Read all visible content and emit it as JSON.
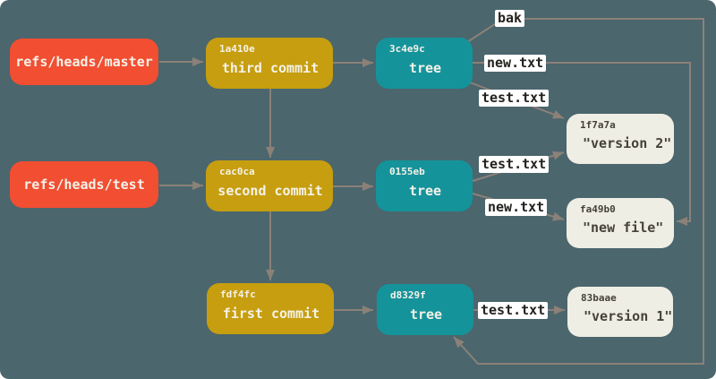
{
  "colors": {
    "bg": "#4b666d",
    "ref-fill": "#f14e32",
    "commit-fill": "#c69e0f",
    "tree-fill": "#15939b",
    "blob-fill": "#efeee4",
    "edge": "#8b8178",
    "edge-label-bg": "#ffffff",
    "edge-label-text": "#24221f",
    "node-text": "#f5f2e8",
    "blob-text": "#45423a"
  },
  "nodes": {
    "refs": [
      {
        "label": "refs/heads/master"
      },
      {
        "label": "refs/heads/test"
      }
    ],
    "commits": [
      {
        "hash": "1a410e",
        "label": "third commit"
      },
      {
        "hash": "cac0ca",
        "label": "second commit"
      },
      {
        "hash": "fdf4fc",
        "label": "first commit"
      }
    ],
    "trees": [
      {
        "hash": "3c4e9c",
        "label": "tree"
      },
      {
        "hash": "0155eb",
        "label": "tree"
      },
      {
        "hash": "d8329f",
        "label": "tree"
      }
    ],
    "blobs": [
      {
        "hash": "1f7a7a",
        "label": "\"version 2\""
      },
      {
        "hash": "fa49b0",
        "label": "\"new file\""
      },
      {
        "hash": "83baae",
        "label": "\"version 1\""
      }
    ]
  },
  "edges": {
    "labels": [
      {
        "text": "bak"
      },
      {
        "text": "new.txt"
      },
      {
        "text": "test.txt"
      },
      {
        "text": "test.txt"
      },
      {
        "text": "new.txt"
      },
      {
        "text": "test.txt"
      }
    ],
    "connections": [
      {
        "from": "refs/heads/master",
        "to": "commit 1a410e"
      },
      {
        "from": "refs/heads/test",
        "to": "commit cac0ca"
      },
      {
        "from": "commit 1a410e",
        "to": "tree 3c4e9c"
      },
      {
        "from": "commit cac0ca",
        "to": "tree 0155eb"
      },
      {
        "from": "commit fdf4fc",
        "to": "tree d8329f"
      },
      {
        "from": "commit 1a410e",
        "to": "commit cac0ca"
      },
      {
        "from": "commit cac0ca",
        "to": "commit fdf4fc"
      },
      {
        "from": "tree 3c4e9c",
        "to": "tree d8329f",
        "via": "bak"
      },
      {
        "from": "tree 3c4e9c",
        "to": "blob fa49b0",
        "via": "new.txt"
      },
      {
        "from": "tree 3c4e9c",
        "to": "blob 1f7a7a",
        "via": "test.txt"
      },
      {
        "from": "tree 0155eb",
        "to": "blob 1f7a7a",
        "via": "test.txt"
      },
      {
        "from": "tree 0155eb",
        "to": "blob fa49b0",
        "via": "new.txt"
      },
      {
        "from": "tree d8329f",
        "to": "blob 83baae",
        "via": "test.txt"
      }
    ]
  }
}
